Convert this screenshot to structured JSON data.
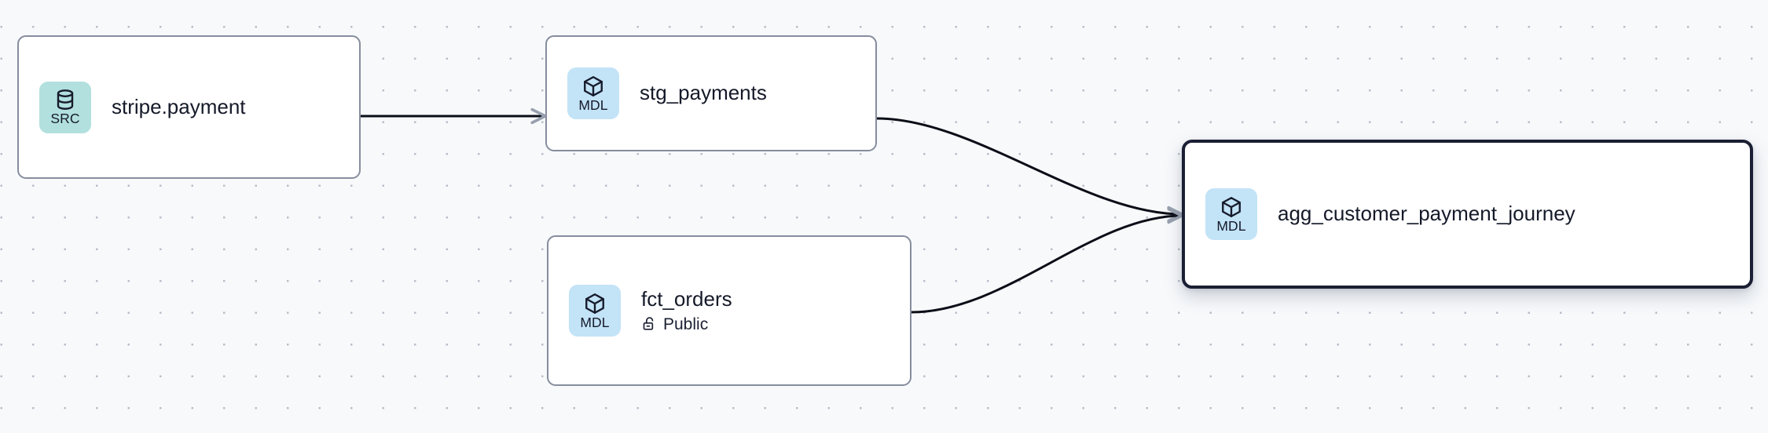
{
  "graph": {
    "background": "#f7f9fb",
    "dot_color": "#b9bec9",
    "edge_color": "#0b0e17",
    "arrow_color": "#98a0ae",
    "nodes": [
      {
        "id": "stripe-payment",
        "title": "stripe.payment",
        "badge_label": "SRC",
        "badge_icon": "database-icon",
        "badge_color": "#b2e0de",
        "selected": false,
        "sublabel": null,
        "sublabel_icon": null
      },
      {
        "id": "stg-payments",
        "title": "stg_payments",
        "badge_label": "MDL",
        "badge_icon": "cube-icon",
        "badge_color": "#c3e3f7",
        "selected": false,
        "sublabel": null,
        "sublabel_icon": null
      },
      {
        "id": "fct-orders",
        "title": "fct_orders",
        "badge_label": "MDL",
        "badge_icon": "cube-icon",
        "badge_color": "#c3e3f7",
        "selected": false,
        "sublabel": "Public",
        "sublabel_icon": "unlock-icon"
      },
      {
        "id": "agg-customer-payment-journey",
        "title": "agg_customer_payment_journey",
        "badge_label": "MDL",
        "badge_icon": "cube-icon",
        "badge_color": "#c3e3f7",
        "selected": true,
        "sublabel": null,
        "sublabel_icon": null
      }
    ],
    "edges": [
      {
        "id": "edge-stripe-to-stg",
        "from": "stripe-payment",
        "to": "stg-payments",
        "shape": "straight"
      },
      {
        "id": "edge-stg-to-agg",
        "from": "stg-payments",
        "to": "agg-customer-payment-journey",
        "shape": "bezier"
      },
      {
        "id": "edge-fct-to-agg",
        "from": "fct-orders",
        "to": "agg-customer-payment-journey",
        "shape": "bezier"
      }
    ]
  }
}
